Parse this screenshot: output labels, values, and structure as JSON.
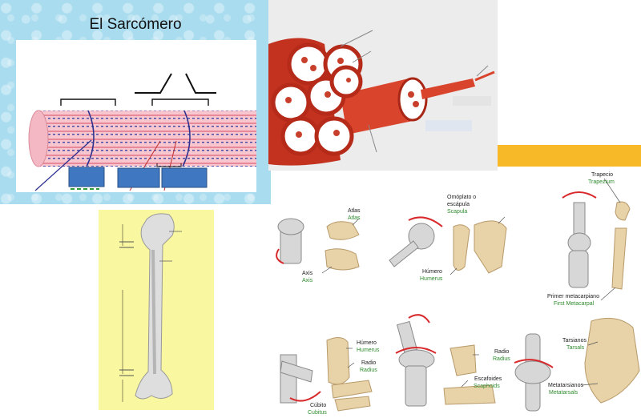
{
  "sarcomere": {
    "title": "El Sarcómero"
  },
  "joints": {
    "atlas_es": "Atlas",
    "atlas_en": "Atlas",
    "axis_es": "Axis",
    "axis_en": "Axis",
    "scapula_es1": "Omóplato o",
    "scapula_es2": "escápula",
    "scapula_en": "Scapula",
    "humerus1_es": "Húmero",
    "humerus1_en": "Humerus",
    "trapezium_es": "Trapecio",
    "trapezium_en": "Trapezium",
    "metacarpal_es": "Primer metacarpiano",
    "metacarpal_en": "First Metacarpal",
    "humerus2_es": "Húmero",
    "humerus2_en": "Humerus",
    "radius1_es": "Radio",
    "radius1_en": "Radius",
    "ulna_es": "Cúbito",
    "ulna_en": "Cubitus",
    "radius2_es": "Radio",
    "radius2_en": "Radius",
    "scaphoid_es": "Escafoides",
    "scaphoid_en": "Scaphoids",
    "tarsals_es": "Tarsianos",
    "tarsals_en": "Tarsals",
    "metatarsals_es": "Metatarsianos",
    "metatarsals_en": "Metatarsals"
  },
  "colors": {
    "bone": "#e8d2a8",
    "arrow": "#d8292c",
    "muscle": "#cf3a28",
    "label_en": "#2e8b2e",
    "label_box": "#3f78c0",
    "orange_bar": "#f7b928"
  }
}
